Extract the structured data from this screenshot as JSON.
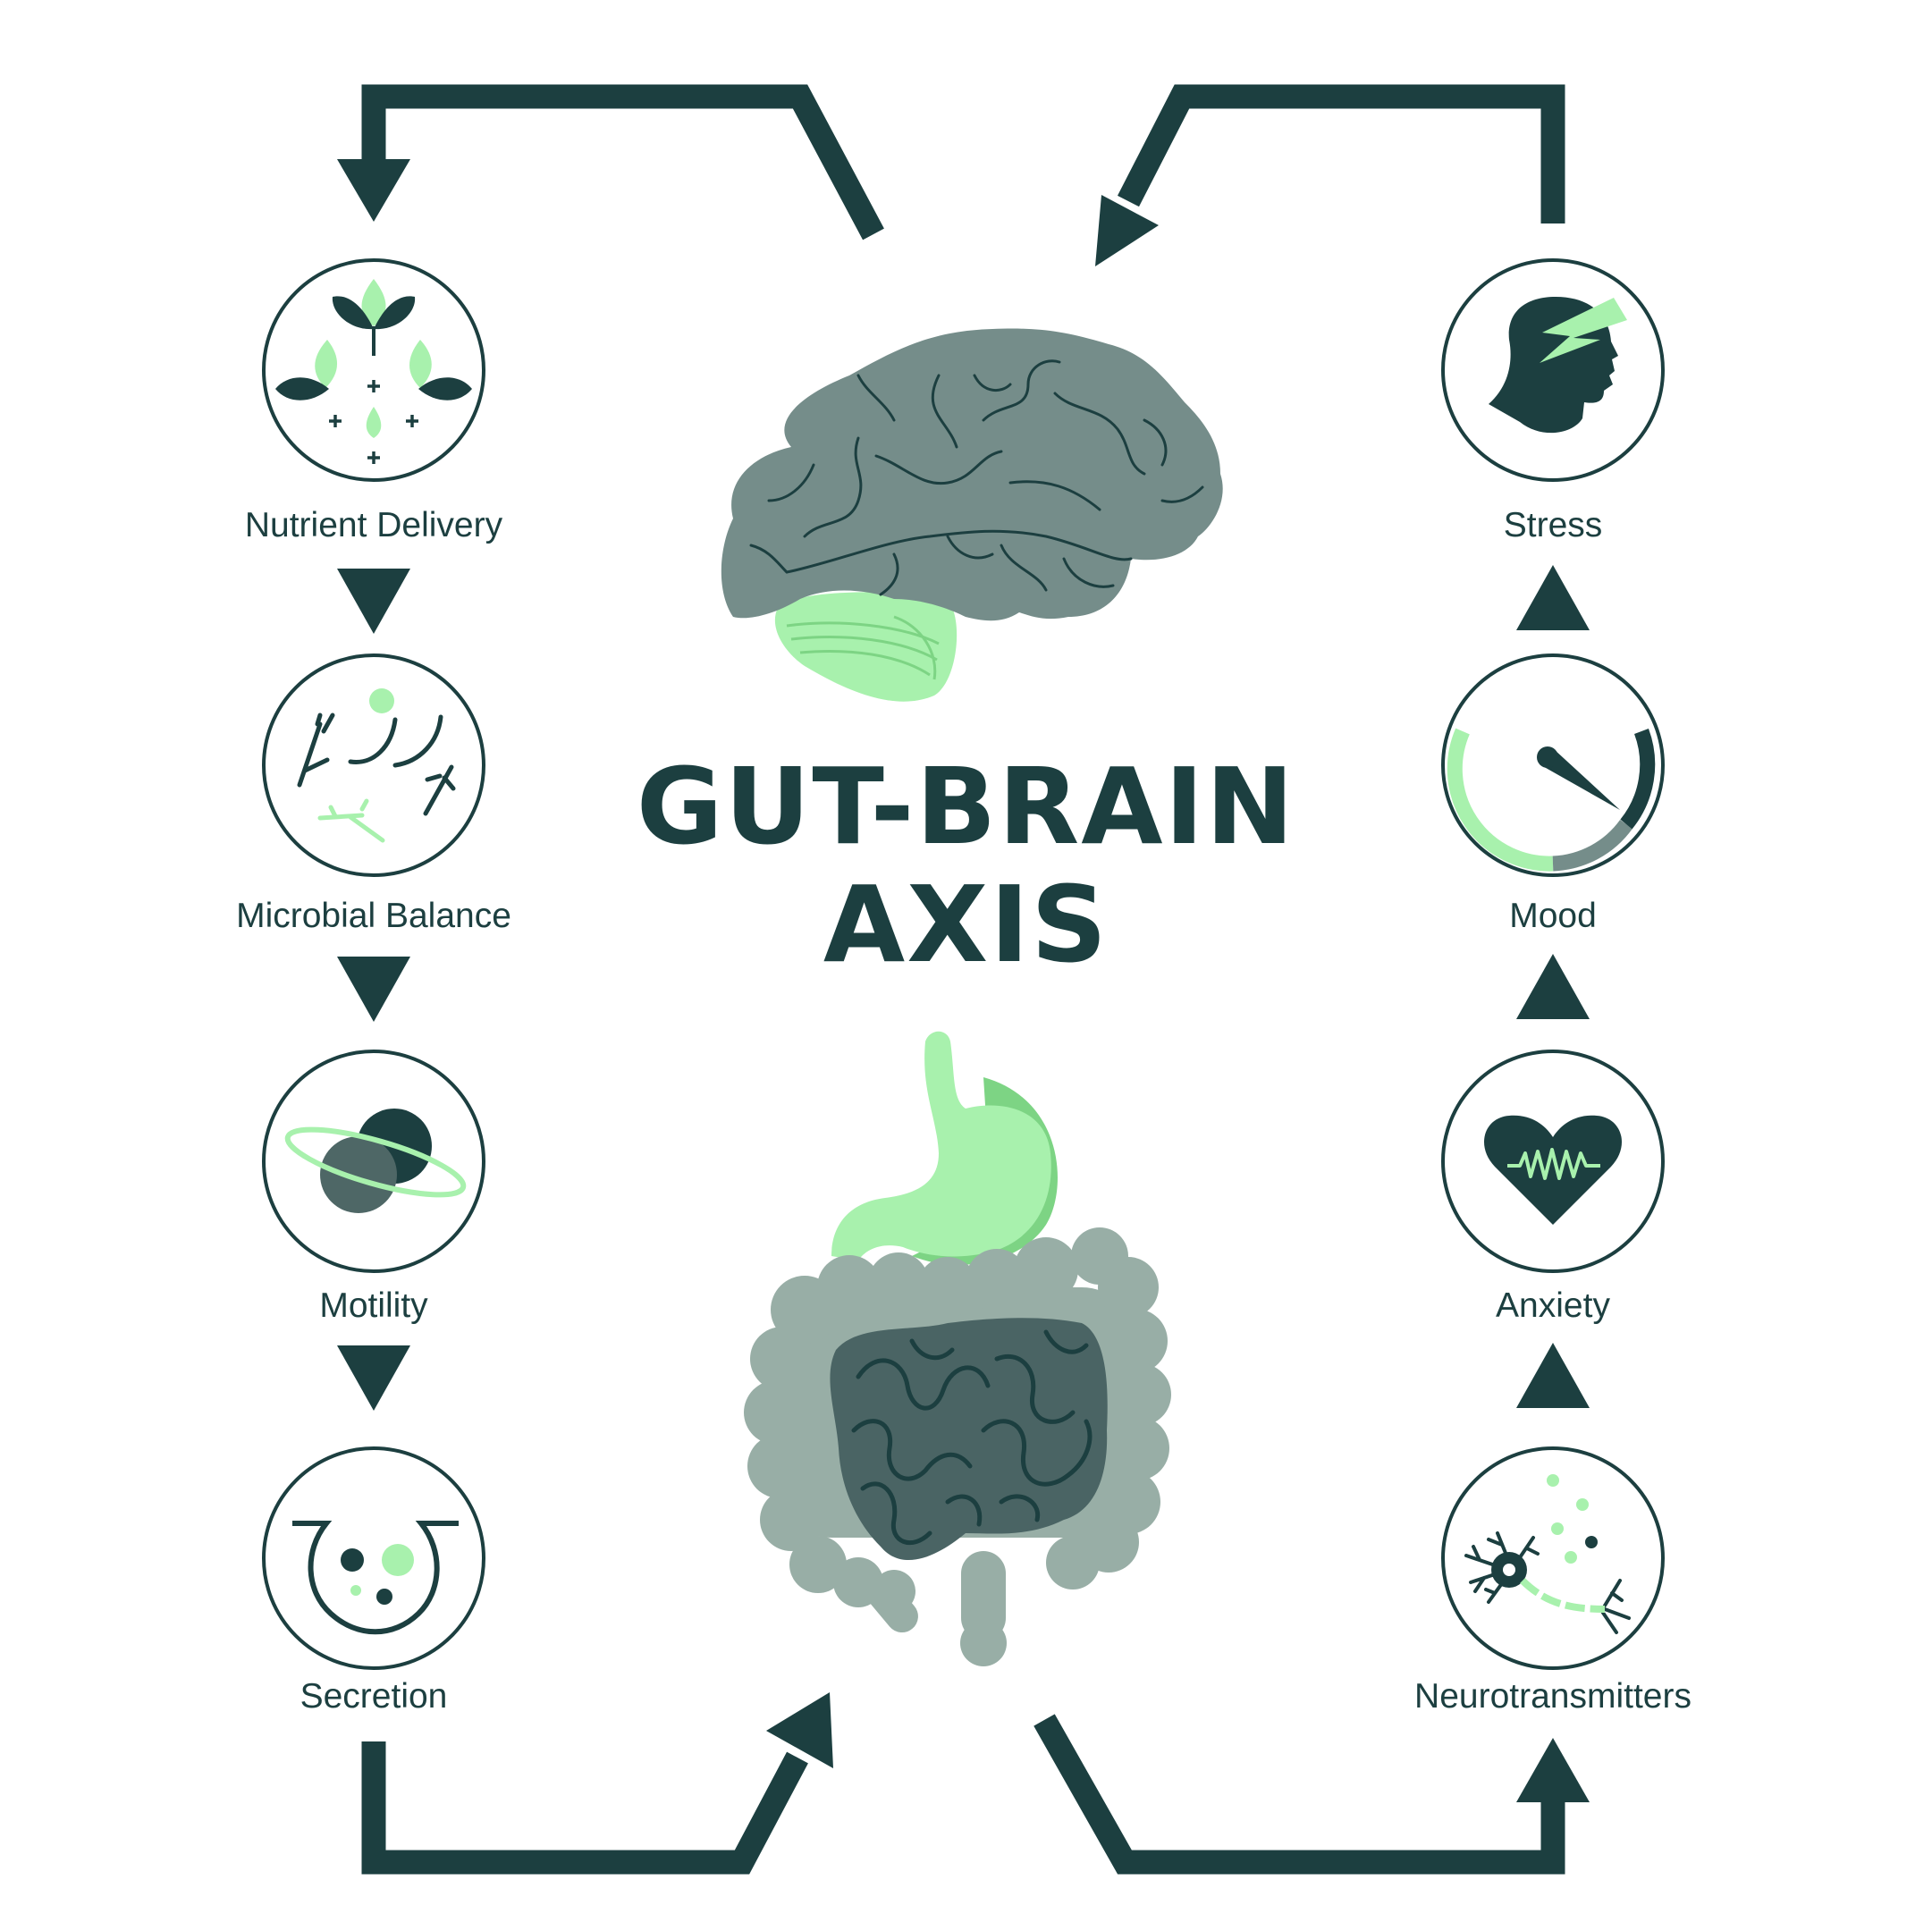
{
  "title": {
    "line1": "GUT-BRAIN",
    "line2": "AXIS"
  },
  "left_steps": [
    {
      "label": "Nutrient Delivery",
      "icon": "leaves-nutrient-icon"
    },
    {
      "label": "Microbial Balance",
      "icon": "microbes-icon"
    },
    {
      "label": "Motility",
      "icon": "orbit-sphere-icon"
    },
    {
      "label": "Secretion",
      "icon": "secretion-cup-icon"
    }
  ],
  "right_steps": [
    {
      "label": "Stress",
      "icon": "head-lightning-icon"
    },
    {
      "label": "Mood",
      "icon": "gauge-icon"
    },
    {
      "label": "Anxiety",
      "icon": "heart-pulse-icon"
    },
    {
      "label": "Neurotransmitters",
      "icon": "neuron-icon"
    }
  ],
  "illustrations": {
    "brain": "brain-icon",
    "gut": "digestive-tract-icon"
  },
  "colors": {
    "dark": "#1c3f40",
    "brain_gray": "#758d8a",
    "gut_gray": "#98aea6",
    "gut_dark": "#4a6464",
    "mint": "#a8f1ad",
    "mint_shade": "#7dd484"
  }
}
